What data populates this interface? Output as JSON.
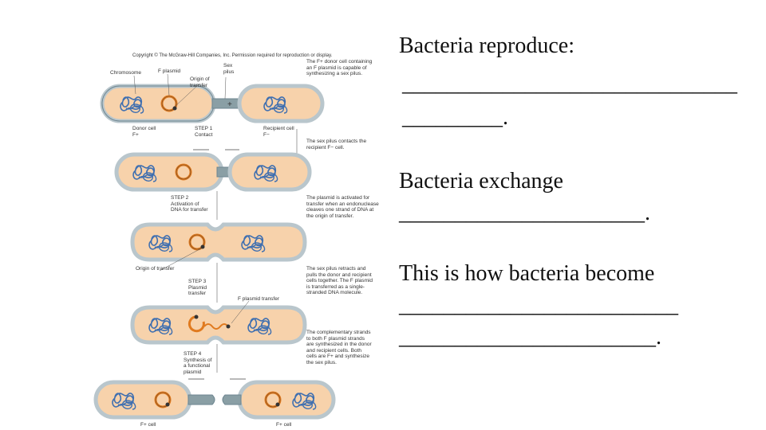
{
  "figure": {
    "copyright": "Copyright © The McGraw-Hill Companies, Inc. Permission required for reproduction or display.",
    "labels": {
      "chromosome": "Chromosome",
      "f_plasmid": "F plasmid",
      "sex_pilus": "Sex\npilus",
      "origin_of_transfer": "Origin of\ntransfer",
      "donor_cell": "Donor cell\nF+",
      "recipient_cell": "Recipient cell\nF−",
      "step1": "STEP 1\nContact",
      "step2": "STEP 2\nActivation of\nDNA for transfer",
      "origin_of_transfer_2": "Origin of transfer",
      "step3": "STEP 3\nPlasmid\ntransfer",
      "f_plasmid_transfer": "F plasmid transfer",
      "step4": "STEP 4\nSynthesis of\na functional\nplasmid",
      "f_plus_cell_left": "F+ cell",
      "f_plus_cell_right": "F+ cell",
      "plus_sign": "+"
    },
    "captions": {
      "c1": "The F+ donor cell containing\nan F plasmid is capable of\nsynthesizing a sex pilus.",
      "c2": "The sex pilus contacts the\nrecipient F− cell.",
      "c3": "The plasmid is activated for\ntransfer when an endonuclease\ncleaves one strand of DNA at\nthe origin of transfer.",
      "c4": "The sex pilus retracts and\npulls the donor and recipient\ncells together. The F plasmid\nis transferred as a single-\nstranded DNA molecule.",
      "c5": "The complementary strands\nto both F plasmid strands\nare synthesized in the donor\nand recipient cells. Both\ncells are F+ and synthesize\nthe sex pilus."
    }
  },
  "notes": {
    "line1": "Bacteria reproduce:",
    "line2": "______________________________",
    "line3": "_________.",
    "line4": "Bacteria exchange",
    "line5": "______________________.",
    "line6": "This is how bacteria become",
    "line7": "_________________________",
    "line8": "_______________________."
  },
  "colors": {
    "cell_fill": "#f7d2ab",
    "cell_outline": "#6d8590",
    "membrane": "#b9c6cc",
    "dna": "#3f6fb0",
    "plasmid": "#e07a1f"
  }
}
